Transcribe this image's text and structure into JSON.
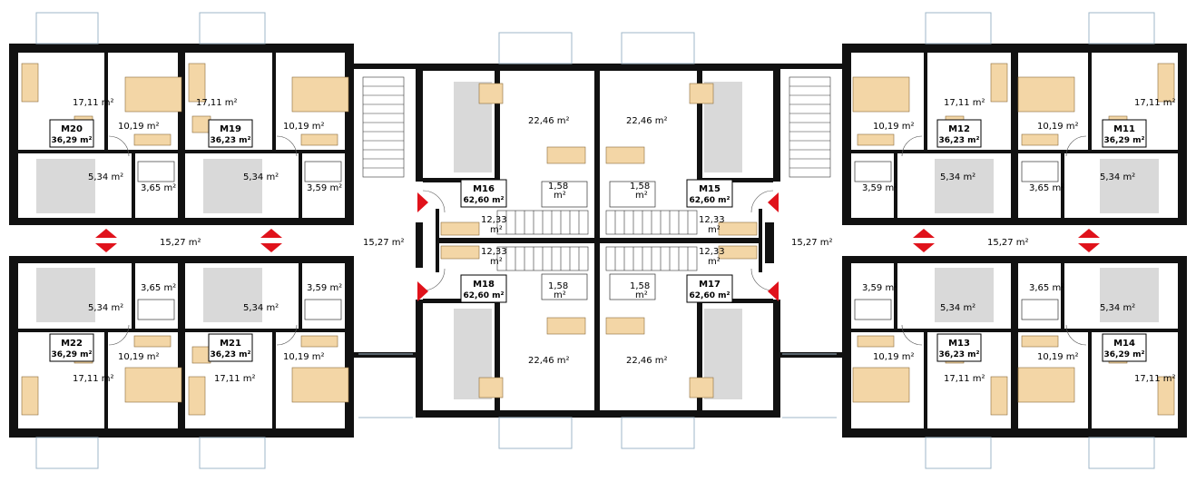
{
  "colors": {
    "wall": "#111111",
    "furniture": "#f3d6a6",
    "kitchen": "#d9d9d9",
    "window": "#9fb7c8",
    "arrow": "#e0121b",
    "background": "#ffffff"
  },
  "apartments": [
    {
      "id": "m20",
      "label": "M20",
      "area": "36,29 m²"
    },
    {
      "id": "m19",
      "label": "M19",
      "area": "36,23 m²"
    },
    {
      "id": "m22",
      "label": "M22",
      "area": "36,29 m²"
    },
    {
      "id": "m21",
      "label": "M21",
      "area": "36,23 m²"
    },
    {
      "id": "m16",
      "label": "M16",
      "area": "62,60 m²"
    },
    {
      "id": "m15",
      "label": "M15",
      "area": "62,60 m²"
    },
    {
      "id": "m18",
      "label": "M18",
      "area": "62,60 m²"
    },
    {
      "id": "m17",
      "label": "M17",
      "area": "62,60 m²"
    },
    {
      "id": "m12",
      "label": "M12",
      "area": "36,23 m²"
    },
    {
      "id": "m11",
      "label": "M11",
      "area": "36,29 m²"
    },
    {
      "id": "m13",
      "label": "M13",
      "area": "36,23 m²"
    },
    {
      "id": "m14",
      "label": "M14",
      "area": "36,29 m²"
    }
  ],
  "room_areas": {
    "a1711": "17,11 m²",
    "a1019": "10,19 m²",
    "a534": "5,34 m²",
    "a365": "3,65 m²",
    "a359": "3,59 m²",
    "a1527": "15,27 m²",
    "a2246": "22,46 m²",
    "a158": "1,58",
    "a1233": "12,33",
    "m2": "m²"
  }
}
